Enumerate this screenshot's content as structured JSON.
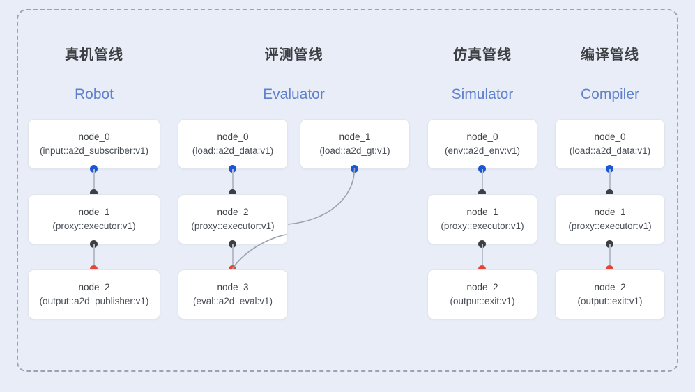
{
  "diagram": {
    "background_color": "#e9edf8",
    "frame_border_color": "#9aa3b5",
    "dot_colors": {
      "input": "#1a56d6",
      "middle": "#3c4043",
      "output": "#ea4335"
    },
    "accent_color": "#6081cd"
  },
  "columns": [
    {
      "id": "robot",
      "title_cn": "真机管线",
      "title_en": "Robot",
      "nodes": [
        {
          "name": "node_0",
          "spec": "(input::a2d_subscriber:v1)"
        },
        {
          "name": "node_1",
          "spec": "(proxy::executor:v1)"
        },
        {
          "name": "node_2",
          "spec": "(output::a2d_publisher:v1)"
        }
      ]
    },
    {
      "id": "evaluator",
      "title_cn": "评测管线",
      "title_en": "Evaluator",
      "nodes": [
        {
          "name": "node_0",
          "spec": "(load::a2d_data:v1)"
        },
        {
          "name": "node_2",
          "spec": "(proxy::executor:v1)"
        },
        {
          "name": "node_3",
          "spec": "(eval::a2d_eval:v1)"
        }
      ],
      "side_node": {
        "name": "node_1",
        "spec": "(load::a2d_gt:v1)"
      }
    },
    {
      "id": "simulator",
      "title_cn": "仿真管线",
      "title_en": "Simulator",
      "nodes": [
        {
          "name": "node_0",
          "spec": "(env::a2d_env:v1)"
        },
        {
          "name": "node_1",
          "spec": "(proxy::executor:v1)"
        },
        {
          "name": "node_2",
          "spec": "(output::exit:v1)"
        }
      ]
    },
    {
      "id": "compiler",
      "title_cn": "编译管线",
      "title_en": "Compiler",
      "nodes": [
        {
          "name": "node_0",
          "spec": "(load::a2d_data:v1)"
        },
        {
          "name": "node_1",
          "spec": "(proxy::executor:v1)"
        },
        {
          "name": "node_2",
          "spec": "(output::exit:v1)"
        }
      ]
    }
  ]
}
